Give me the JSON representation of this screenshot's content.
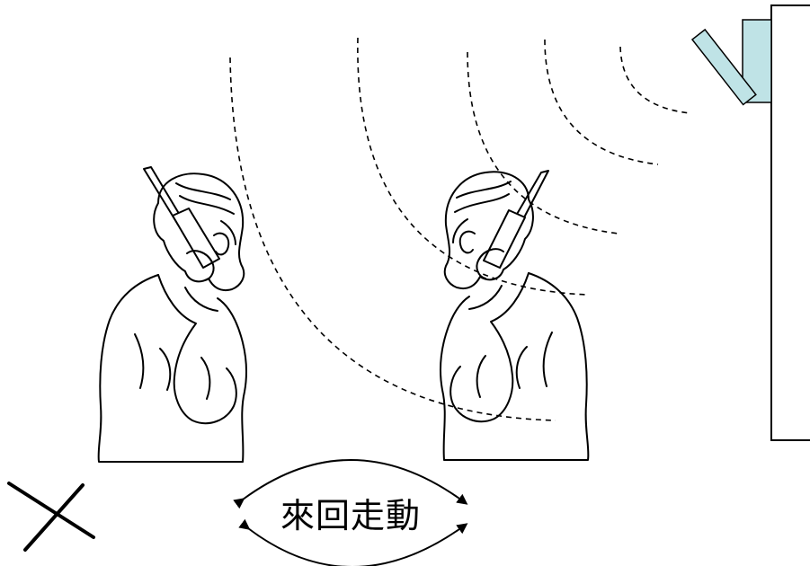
{
  "diagram": {
    "caption": "來回走動",
    "colors": {
      "ink": "#000000",
      "antenna_fill": "#bfe3e6",
      "background": "#ffffff"
    },
    "elements": [
      "wall",
      "wall-mounted-antenna",
      "signal-waves",
      "person-on-phone-left",
      "person-on-phone-right",
      "back-and-forth-arrows",
      "x-mark"
    ]
  }
}
